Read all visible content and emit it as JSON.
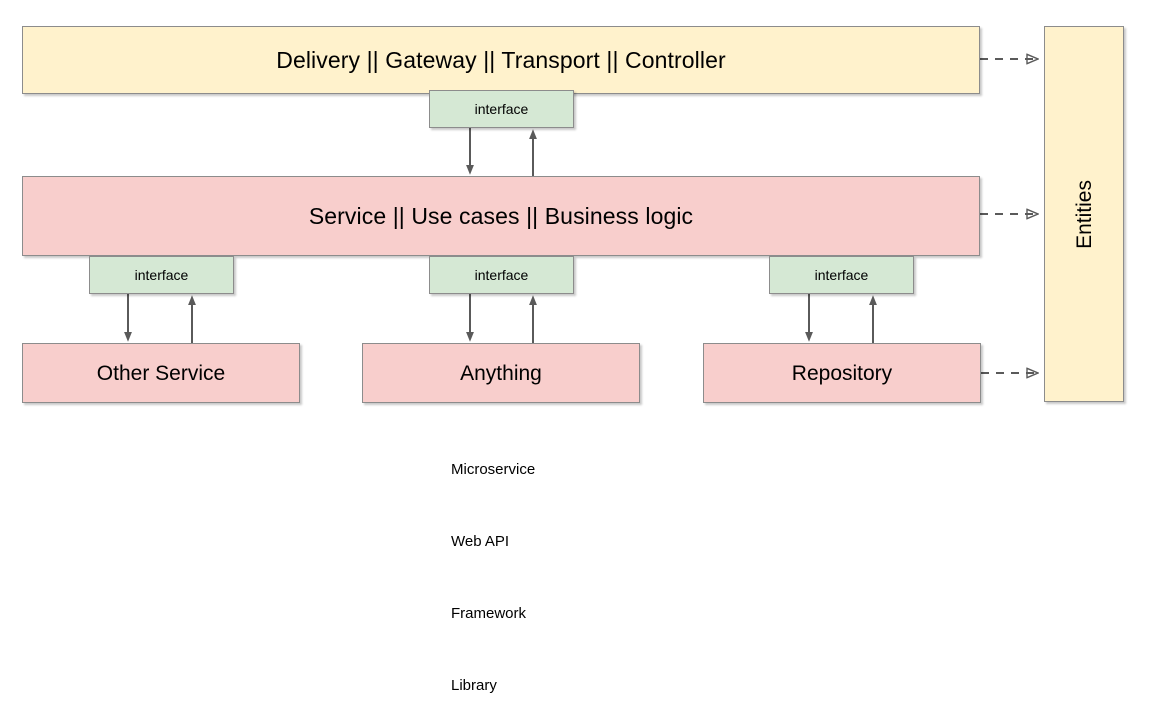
{
  "diagram": {
    "title": "Clean architecture layered diagram",
    "colors": {
      "yellow_fill": "#fff2cc",
      "pink_fill": "#f8cecc",
      "green_fill": "#d5e8d4",
      "stroke": "#8c8c8c",
      "arrow": "#5a5a5a",
      "background": "#ffffff",
      "text": "#000000"
    },
    "layers": {
      "delivery": "Delivery || Gateway || Transport || Controller",
      "service": "Service || Use cases || Business logic"
    },
    "entities": "Entities",
    "interfaces": {
      "delivery_to_service": "interface",
      "service_to_other": "interface",
      "service_to_anything": "interface",
      "service_to_repository": "interface"
    },
    "components": {
      "other_service": "Other Service",
      "anything": "Anything",
      "repository": "Repository"
    },
    "anything_notes": [
      "Microservice",
      "Web API",
      "Framework",
      "Library"
    ]
  }
}
